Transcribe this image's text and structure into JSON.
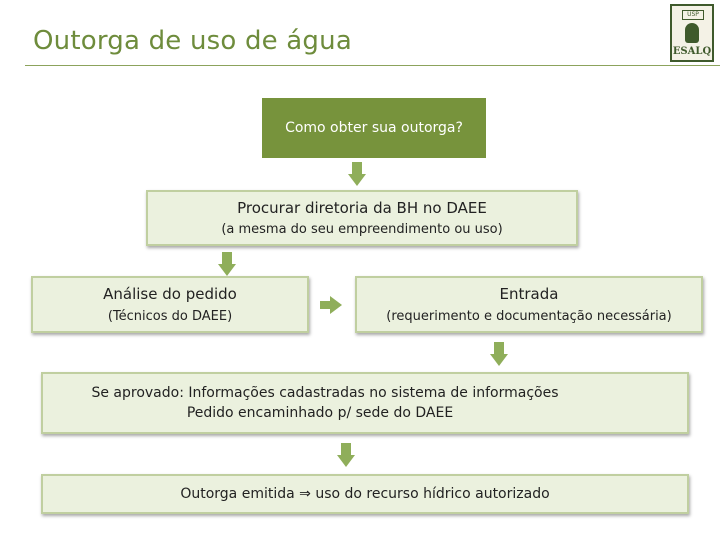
{
  "slide": {
    "title": "Outorga de uso de água"
  },
  "logo": {
    "top_text": "USP",
    "bottom_text": "ESALQ"
  },
  "flow": {
    "start": "Como obter sua outorga?",
    "step1": {
      "line1": "Procurar diretoria da BH no DAEE",
      "line2": "(a mesma do seu empreendimento ou uso)"
    },
    "step2a": {
      "line1": "Análise do pedido",
      "line2": "(Técnicos do DAEE)"
    },
    "step2b": {
      "line1": "Entrada",
      "line2": "(requerimento e documentação necessária)"
    },
    "step3": {
      "line1": "Se aprovado: Informações cadastradas no sistema de informações",
      "line2": "Pedido encaminhado p/ sede do DAEE"
    },
    "final": {
      "text_before": "Outorga emitida ",
      "implies_symbol": "⇒",
      "text_after": " uso do recurso hídrico autorizado"
    }
  }
}
